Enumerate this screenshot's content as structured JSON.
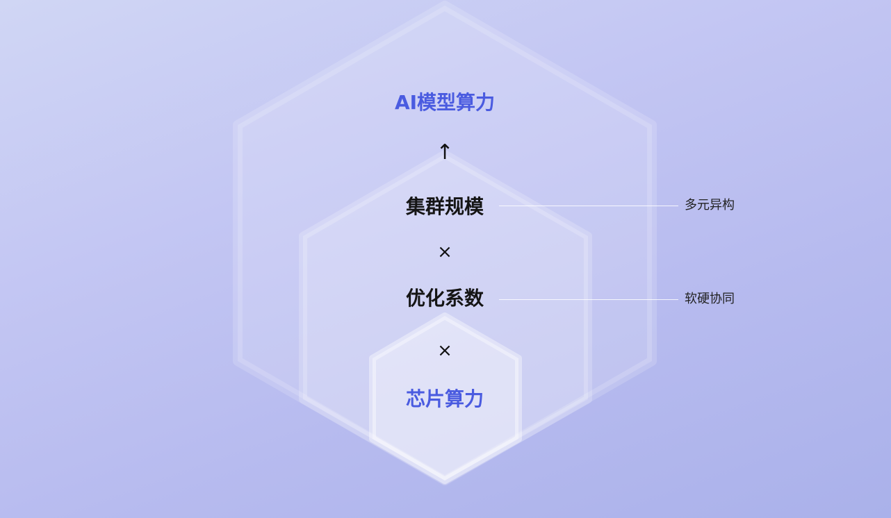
{
  "diagram": {
    "result": "AI模型算力",
    "arrow": "↑",
    "factor1": "集群规模",
    "times1": "×",
    "factor2": "优化系数",
    "times2": "×",
    "factor3": "芯片算力",
    "note1": "多元异构",
    "note2": "软硬协同"
  },
  "colors": {
    "accent": "#4a5be0",
    "text": "#151515"
  }
}
